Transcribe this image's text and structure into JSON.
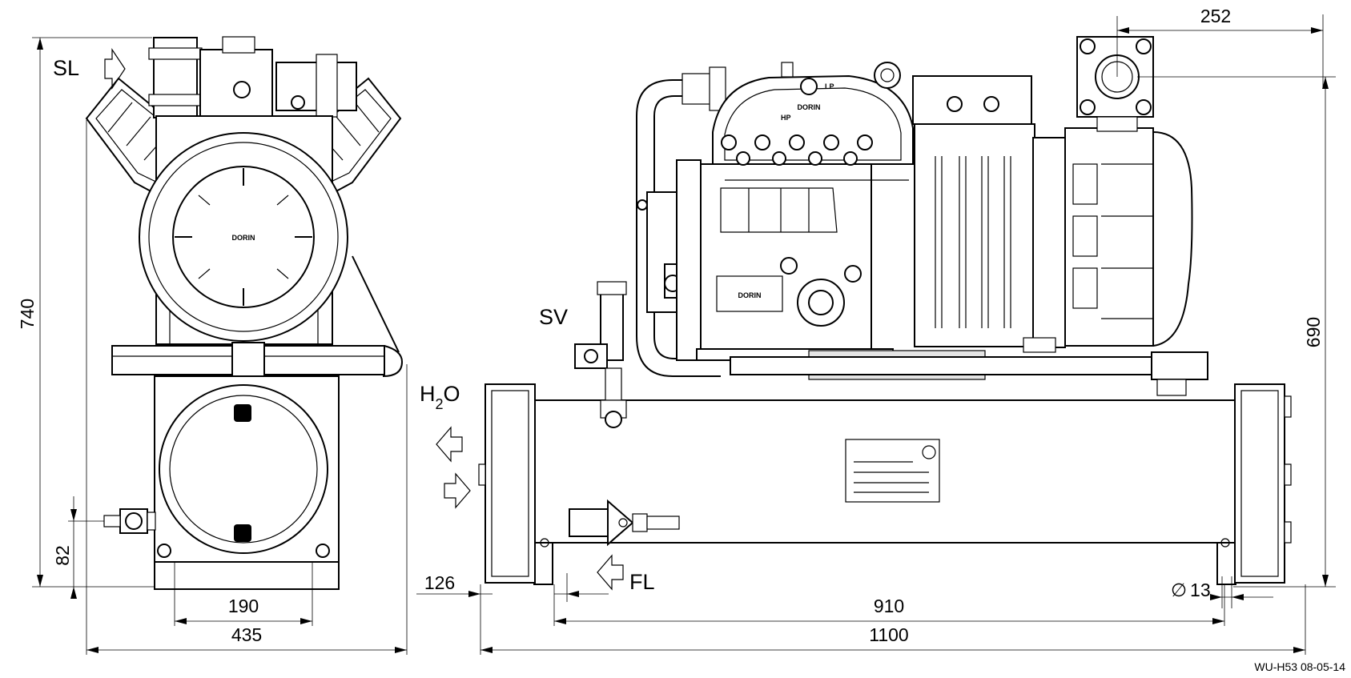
{
  "labels": {
    "suction_line": "SL",
    "solenoid_valve": "SV",
    "water_main": "H",
    "water_sub": "2",
    "water_end": "O",
    "filter_line": "FL"
  },
  "dimensions": {
    "d740": "740",
    "d82": "82",
    "d190": "190",
    "d435": "435",
    "d252": "252",
    "d690": "690",
    "d126": "126",
    "d910": "910",
    "d1100": "1100",
    "d13": "13",
    "diameter_symbol": "∅"
  },
  "nameplates": {
    "brand_left": "DORIN",
    "brand_right": "DORIN",
    "brand_plate": "DORIN",
    "hp": "HP",
    "lp": "LP"
  },
  "drawing_code": "WU-H53  08-05-14"
}
